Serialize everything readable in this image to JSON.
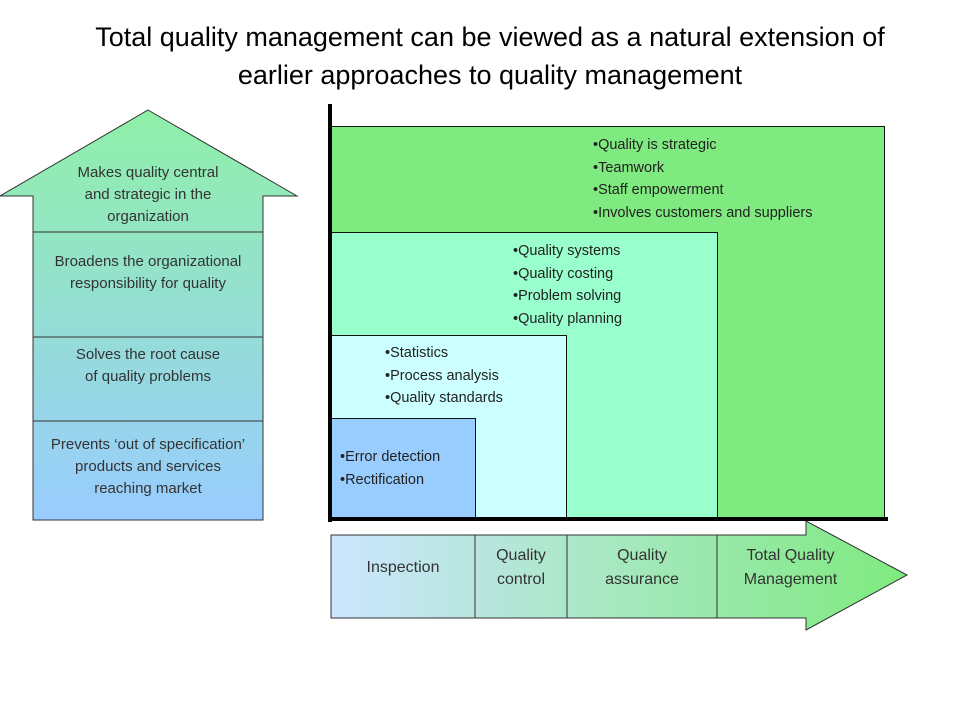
{
  "title": "Total quality management can be viewed as a natural extension of\nearlier approaches to quality management",
  "left_arrow": {
    "segments": [
      {
        "text": "Makes quality central\nand strategic in the\norganization"
      },
      {
        "text": "Broadens the organizational\nresponsibility for quality"
      },
      {
        "text": "Solves the root cause\nof quality problems"
      },
      {
        "text": "Prevents ‘out of specification’\nproducts and services\nreaching market"
      }
    ]
  },
  "levels": {
    "tqm": [
      "Quality is strategic",
      "Teamwork",
      "Staff empowerment",
      "Involves customers and suppliers"
    ],
    "assurance": [
      "Quality systems",
      "Quality costing",
      "Problem solving",
      "Quality planning"
    ],
    "control": [
      "Statistics",
      "Process analysis",
      "Quality standards"
    ],
    "inspection": [
      "Error detection",
      "Rectification"
    ]
  },
  "bottom_arrow": {
    "stages": [
      {
        "label": "Inspection"
      },
      {
        "label": "Quality\ncontrol"
      },
      {
        "label": "Quality\nassurance"
      },
      {
        "label": "Total Quality\nManagement"
      }
    ]
  },
  "colors": {
    "tqm": "#7FEA7F",
    "assurance": "#99FFCC",
    "control": "#CCFFFF",
    "inspection": "#99CCFF"
  }
}
